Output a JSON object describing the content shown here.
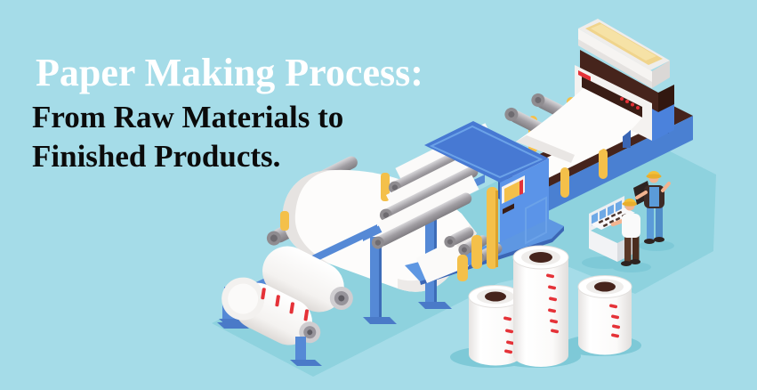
{
  "banner": {
    "title": "Paper Making Process:",
    "subtitle_line1": "From Raw Materials to",
    "subtitle_line2": "Finished Products."
  },
  "illustration": {
    "description": "Isometric paper factory production line",
    "parts": [
      "headbox-with-pulp-tray",
      "dryer-conveyor",
      "calender-press",
      "roller-stack",
      "rewinder-station",
      "paper-web",
      "finished-paper-rolls",
      "control-console",
      "worker-operator",
      "worker-supervisor"
    ]
  },
  "colors": {
    "background": "#a5dce8",
    "floor": "#8ed2de",
    "shadow": "#7ec9d7",
    "machine_blue": "#4a82d8",
    "machine_blue_light": "#6ba2ec",
    "machine_blue_dark": "#3a66b5",
    "frame_blue": "#5589d6",
    "support_yellow": "#f4c04a",
    "roller_gray": "#9a979c",
    "paper_white": "#ffffff",
    "paper_shade": "#e7e4e2",
    "core_brown": "#46241c",
    "pulp_yellow": "#f0d48c",
    "accent_red": "#e53238",
    "skin": "#f2b490",
    "worker_blue": "#5b9bd8",
    "pants_brown": "#5a3726",
    "title_color": "#ffffff",
    "subtitle_color": "#0b0b0b"
  }
}
